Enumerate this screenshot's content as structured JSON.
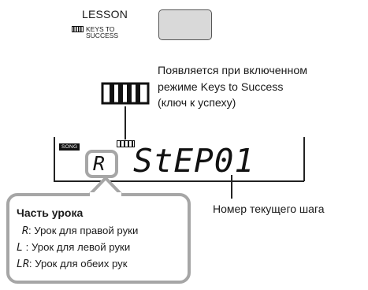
{
  "lesson": {
    "label": "LESSON",
    "keys_to_success": "KEYS TO SUCCESS"
  },
  "annotation": {
    "keys_indicator_text": [
      "Появляется при включенном",
      "режиме Keys to Success",
      "(ключ к успеху)"
    ]
  },
  "display": {
    "song_badge": "SONG",
    "part_indicator": "R",
    "step_text": "StEP01"
  },
  "callout": {
    "title": "Часть урока",
    "rows": [
      {
        "symbol": "R",
        "text": ": Урок для правой руки"
      },
      {
        "symbol": "L",
        "text": " : Урок для левой руки"
      },
      {
        "symbol": "LR",
        "text": ": Урок для обеих рук"
      }
    ]
  },
  "step_caption": "Номер текущего шага",
  "colors": {
    "callout_border": "#a6a6a6",
    "lesson_button_fill": "#d9d9d9",
    "ink": "#1a1a1a"
  }
}
